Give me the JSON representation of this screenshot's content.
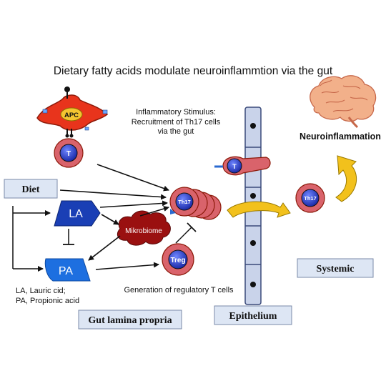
{
  "title": "Dietary fatty acids modulate neuroinflammtion via the  gut",
  "labels": {
    "apc": "APC",
    "t_cell": "T",
    "t_cell_epithelium": "T",
    "stimulus_line1": "Inflammatory Stimulus:",
    "stimulus_line2": "Recruitment of Th17 cells",
    "stimulus_line3": "via the gut",
    "neuroinflammation": "Neuroinflammation",
    "diet": "Diet",
    "la": "LA",
    "pa": "PA",
    "microbiome": "Mikrobiome",
    "th17_cluster": "Th17",
    "th17_systemic": "Th17",
    "treg": "Treg",
    "legend_line1": "LA, Lauric cid;",
    "legend_line2": "PA, Propionic acid",
    "treg_generation": "Generation of regulatory T cells",
    "systemic": "Systemic",
    "gut_lamina_propria": "Gut lamina propria",
    "epithelium": "Epithelium"
  },
  "colors": {
    "apc_red": "#e8341c",
    "apc_border": "#8c1a0a",
    "cell_outer": "#d9636b",
    "cell_inner": "#2a3fc8",
    "shape_blue": "#1a3fb5",
    "pa_blue": "#1d6fe0",
    "microbiome": "#9a1010",
    "column_fill": "#c9d3ea",
    "column_stroke": "#3a4a7a",
    "label_box": "#dde6f4",
    "yellow_arrow": "#f2c11c"
  }
}
